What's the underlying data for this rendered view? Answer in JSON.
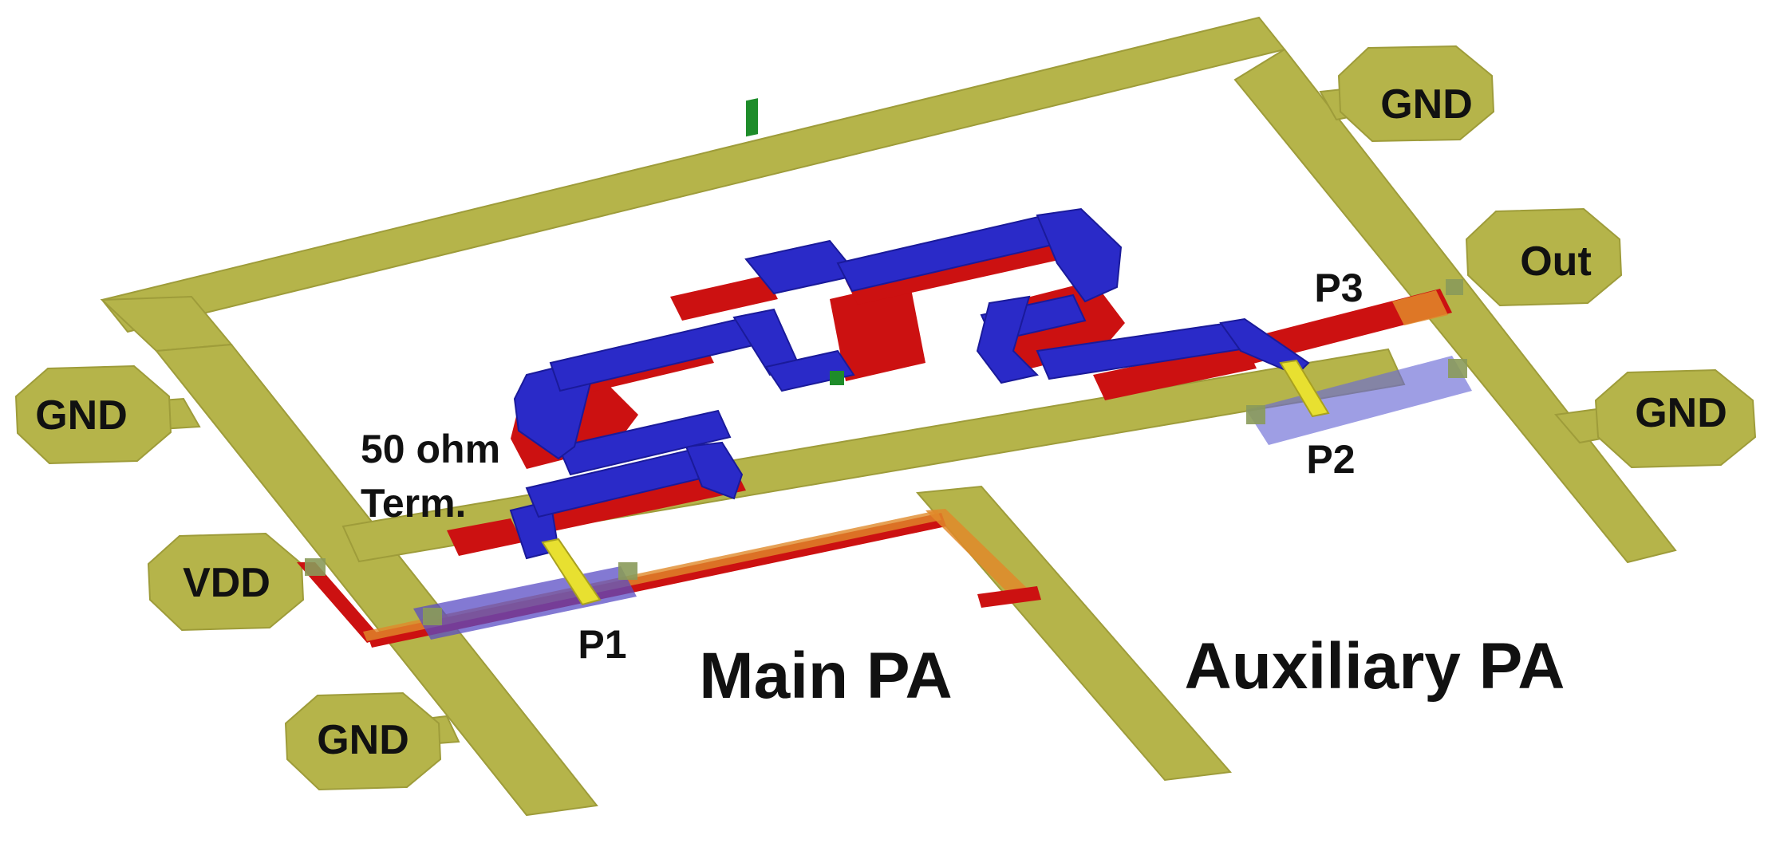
{
  "pads": {
    "gnd_top_right": "GND",
    "out": "Out",
    "gnd_right": "GND",
    "gnd_left": "GND",
    "vdd": "VDD",
    "gnd_bottom_left": "GND"
  },
  "ports": {
    "p1": "P1",
    "p2": "P2",
    "p3": "P3"
  },
  "termination": {
    "line1": "50 ohm",
    "line2": "Term."
  },
  "sections": {
    "main": "Main PA",
    "auxiliary": "Auxiliary PA"
  },
  "colors": {
    "ground_metal": "#b5b44a",
    "ground_metal_edge": "#9e9c3a",
    "top_metal": "#2a2ac8",
    "bottom_metal": "#cc1111",
    "via": "#1e8c2a",
    "probe": "#e8e030",
    "overlap": "#7070d8"
  }
}
